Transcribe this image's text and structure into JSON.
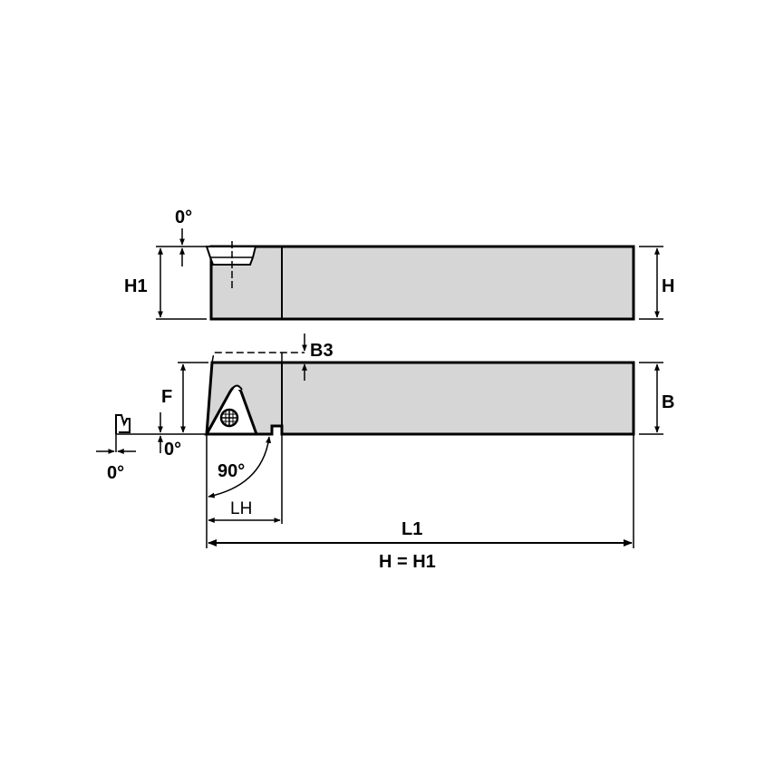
{
  "diagram": {
    "type": "tool-holder-technical-drawing",
    "colors": {
      "body_fill": "#d6d6d6",
      "line": "#000000",
      "background": "#ffffff"
    },
    "side_view": {
      "labels": {
        "height_left": "H1",
        "height_right": "H",
        "rake_angle": "0°"
      }
    },
    "top_view": {
      "labels": {
        "width": "B",
        "insert_offset": "F",
        "head_step": "B3",
        "clearance_angle": "0°",
        "lead_angle": "90°",
        "head_length": "LH",
        "total_length": "L1",
        "note": "H = H1",
        "inclination_angle": "0°"
      }
    }
  }
}
